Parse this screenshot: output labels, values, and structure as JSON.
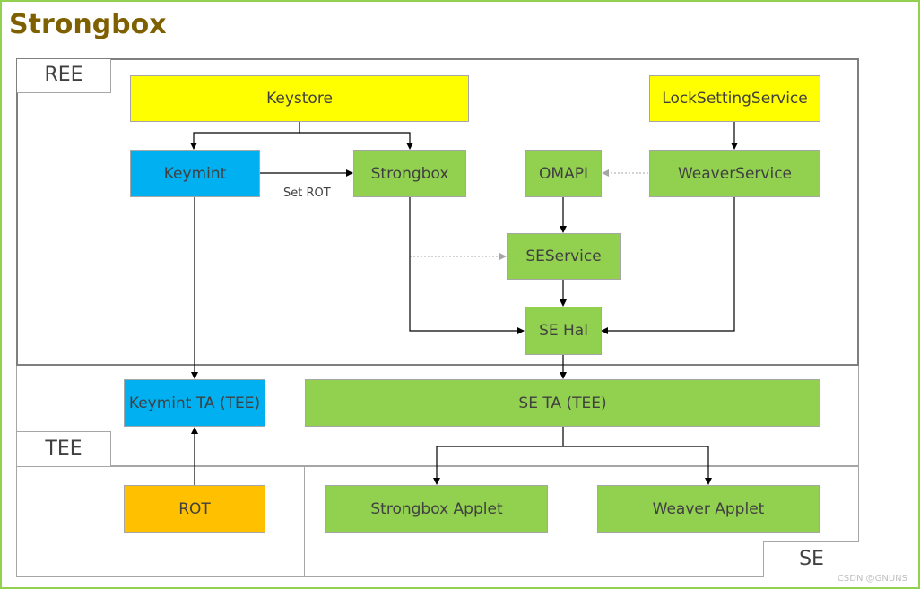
{
  "title": "Strongbox",
  "zones": {
    "ree": "REE",
    "tee": "TEE",
    "se": "SE"
  },
  "nodes": {
    "keystore": "Keystore",
    "lock_setting_service": "LockSettingService",
    "keymint": "Keymint",
    "strongbox": "Strongbox",
    "omapi": "OMAPI",
    "weaver_service": "WeaverService",
    "se_service": "SEService",
    "se_hal": "SE Hal",
    "keymint_ta": "Keymint TA (TEE)",
    "se_ta": "SE TA (TEE)",
    "rot": "ROT",
    "strongbox_applet": "Strongbox Applet",
    "weaver_applet": "Weaver Applet"
  },
  "edges": {
    "set_rot": "Set ROT"
  },
  "colors": {
    "frame": "#92d050",
    "title": "#7f6000",
    "yellow": "#ffff00",
    "green": "#92d050",
    "blue": "#00b0f0",
    "orange": "#ffc000"
  },
  "watermark": "CSDN @GNUNS"
}
